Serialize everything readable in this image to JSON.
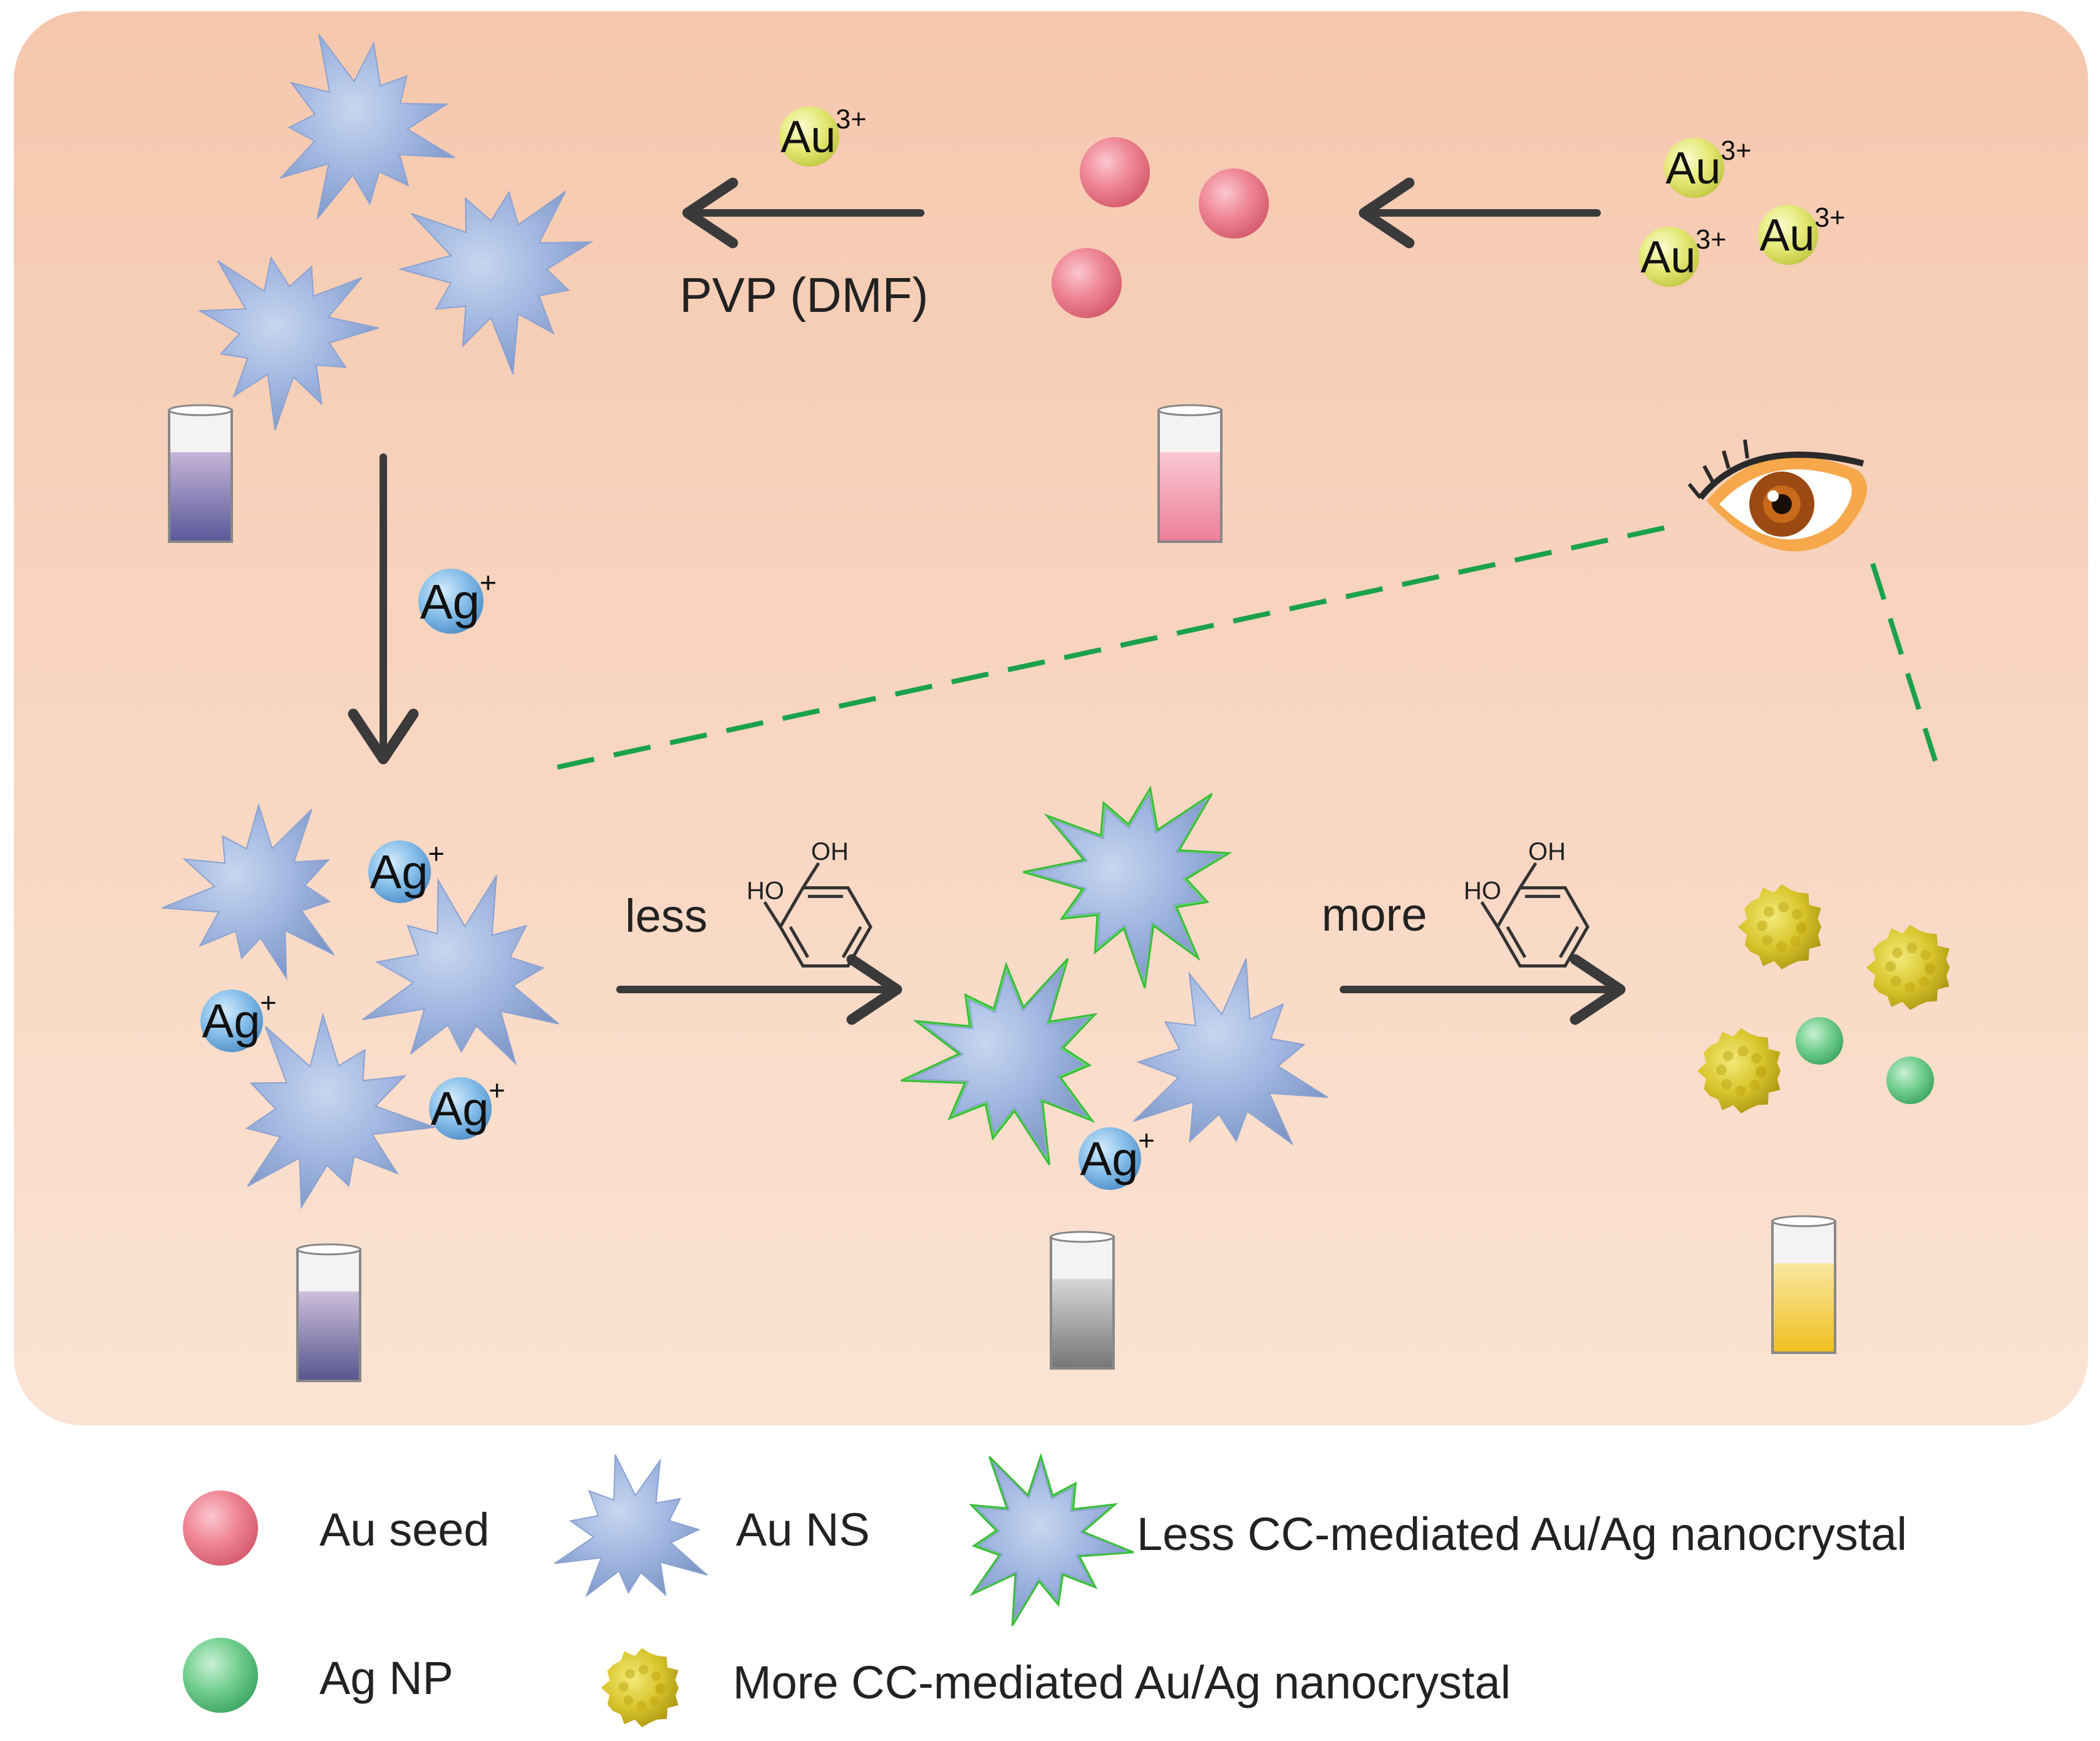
{
  "colors": {
    "panel_top": "#f5c9b0",
    "panel_bottom": "#fbe1d0",
    "arrow": "#3a3a3a",
    "dash": "#1aa24a",
    "star": "#9fb7e0",
    "au_seed": "#ec7a8a",
    "au_ion": "#e6ea7a",
    "ag_ion": "#7fb6e6",
    "ag_np": "#6cc98a",
    "gold_nc": "#d8c52a",
    "green_shell": "#5ee060"
  },
  "top_row": {
    "reagent_top": "Au",
    "reagent_sup": "3+",
    "condition": "PVP (DMF)",
    "ions": [
      {
        "base": "Au",
        "sup": "3+"
      },
      {
        "base": "Au",
        "sup": "3+"
      },
      {
        "base": "Au",
        "sup": "3+"
      }
    ]
  },
  "vertical_step": {
    "ion_base": "Ag",
    "ion_sup": "+"
  },
  "bottom_row": {
    "ag_ions": [
      {
        "base": "Ag",
        "sup": "+"
      },
      {
        "base": "Ag",
        "sup": "+"
      },
      {
        "base": "Ag",
        "sup": "+"
      },
      {
        "base": "Ag",
        "sup": "+"
      }
    ],
    "step1_label": "less",
    "step2_label": "more",
    "catechol_ho": "HO",
    "catechol_oh": "OH"
  },
  "vials": [
    {
      "liquid": [
        "#c4b4d8",
        "#5b5a9a"
      ],
      "fill": 0.68
    },
    {
      "liquid": [
        "#f9c7d2",
        "#ec7f9a"
      ],
      "fill": 0.68
    },
    {
      "liquid": [
        "#cdbfdc",
        "#58578f"
      ],
      "fill": 0.68
    },
    {
      "liquid": [
        "#d6d6d6",
        "#777777"
      ],
      "fill": 0.68
    },
    {
      "liquid": [
        "#f9e6a0",
        "#f0c020"
      ],
      "fill": 0.68
    }
  ],
  "legend": {
    "au_seed": "Au seed",
    "au_ns": "Au NS",
    "less_cc": "Less CC-mediated Au/Ag nanocrystal",
    "ag_np": "Ag NP",
    "more_cc": "More CC-mediated Au/Ag nanocrystal"
  }
}
